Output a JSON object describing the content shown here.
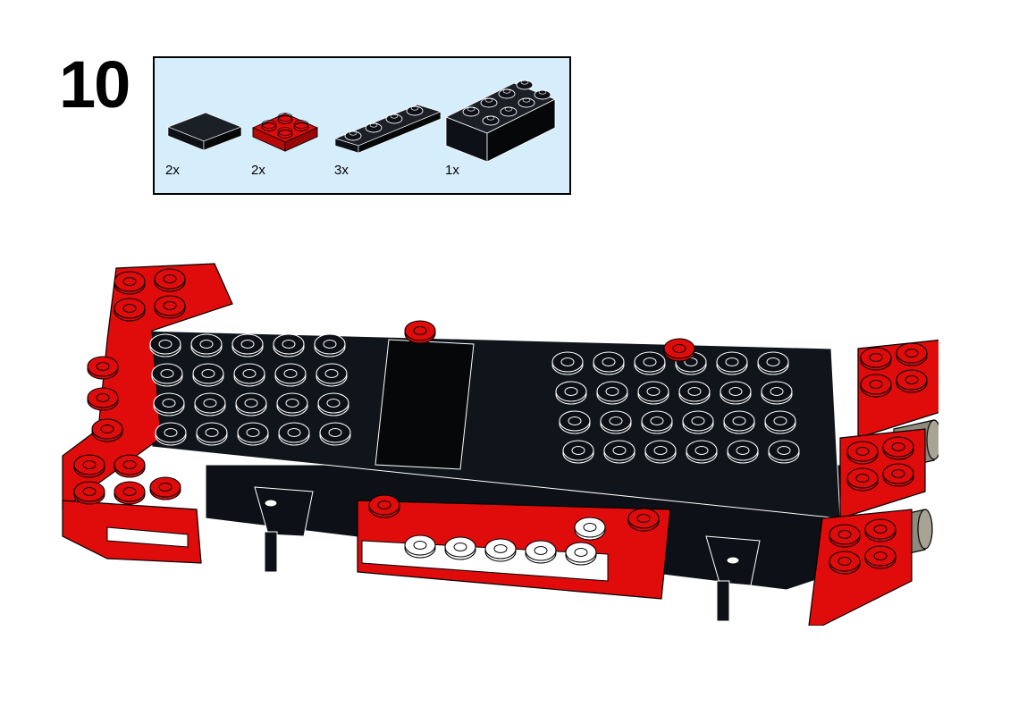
{
  "step": {
    "number": "10"
  },
  "parts": [
    {
      "qty": "2x",
      "icon": "black-flat-tile-2x2-icon",
      "color": "#0d1117"
    },
    {
      "qty": "2x",
      "icon": "red-plate-2x2-icon",
      "color": "#e00c0c"
    },
    {
      "qty": "3x",
      "icon": "black-plate-1x4-icon",
      "color": "#0d1117"
    },
    {
      "qty": "1x",
      "icon": "black-brick-2x4-icon",
      "color": "#0d1117"
    }
  ],
  "colors": {
    "parts_background": "#d6edfb",
    "brick_black": "#0d1117",
    "brick_red": "#e00c0c",
    "brick_white": "#ffffff",
    "axle_grey": "#8e8a7c"
  }
}
